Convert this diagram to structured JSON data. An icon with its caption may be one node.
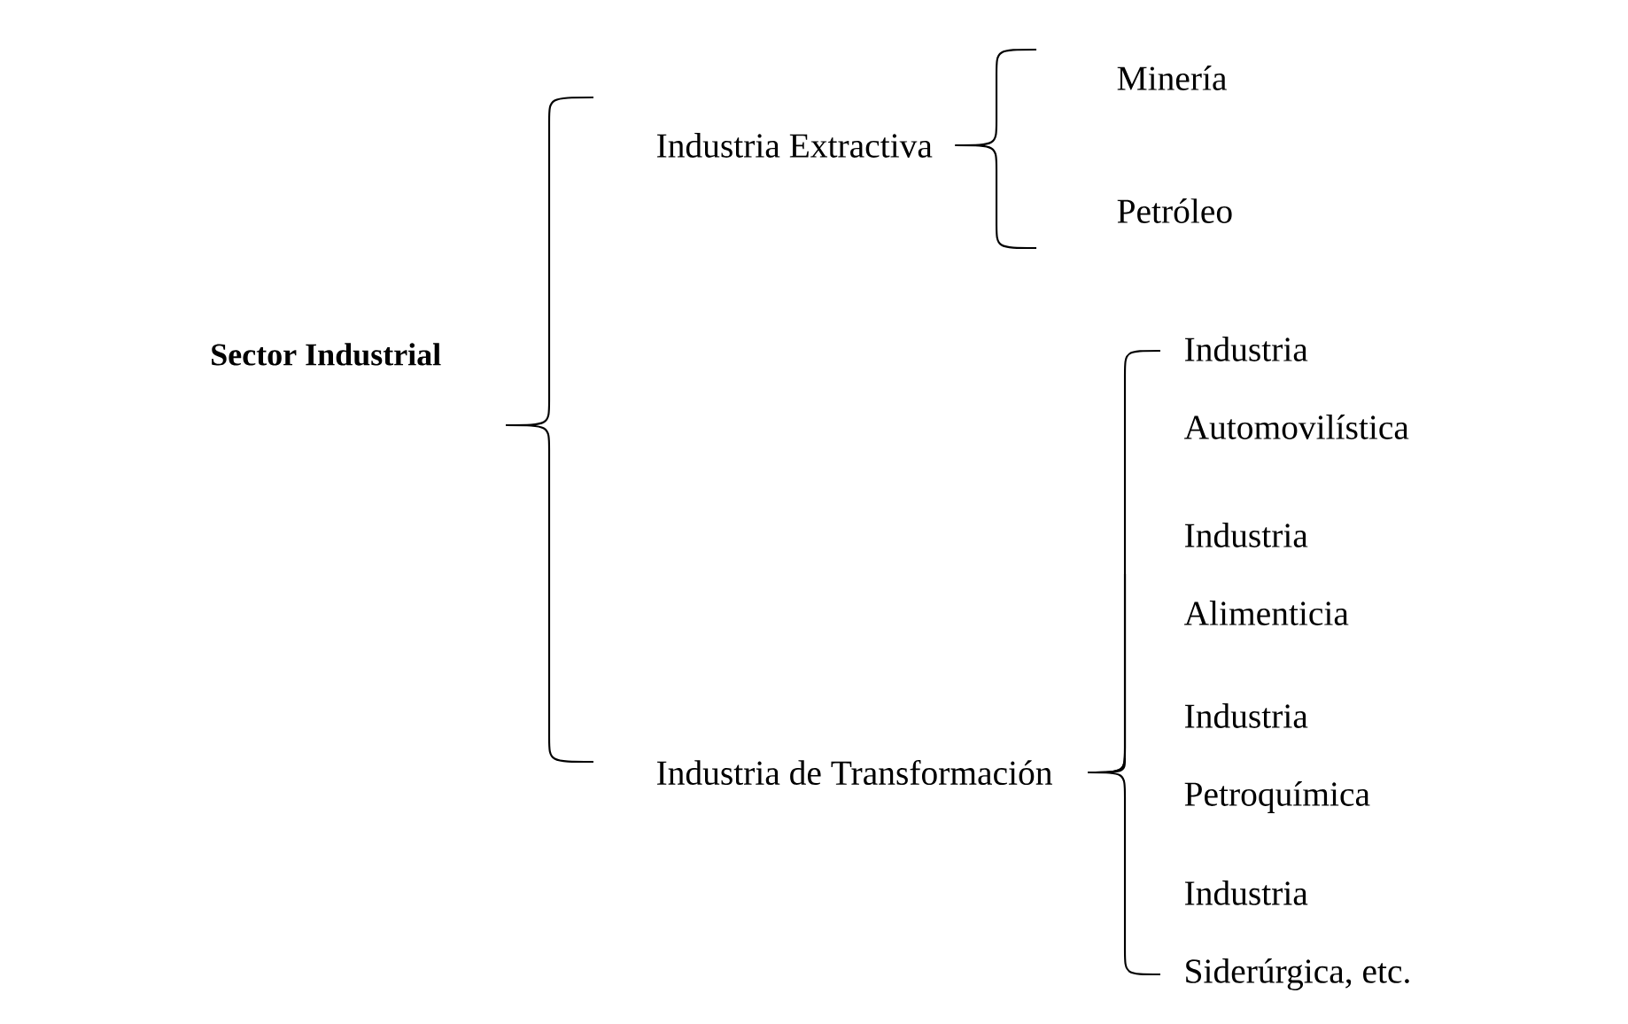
{
  "diagram": {
    "nodes": [
      {
        "text": [
          "Sector Industrial"
        ]
      },
      {
        "text": [
          "Industria Extractiva"
        ]
      },
      {
        "text": [
          "Industria de Transformación"
        ]
      },
      {
        "text": [
          "Minería"
        ]
      },
      {
        "text": [
          "Petróleo"
        ]
      },
      {
        "text": [
          "Industria Automovilística"
        ]
      },
      {
        "text": [
          "Industria Alimenticia"
        ]
      },
      {
        "text": [
          "Industria Petroquímica"
        ]
      },
      {
        "text": [
          "Industria Siderúrgica, etc."
        ]
      }
    ],
    "edges": [
      {
        "from": 0,
        "to": 1,
        "arrow": "none"
      },
      {
        "from": 0,
        "to": 2,
        "arrow": "none"
      },
      {
        "from": 1,
        "to": 3,
        "arrow": "none"
      },
      {
        "from": 1,
        "to": 4,
        "arrow": "none"
      },
      {
        "from": 2,
        "to": 5,
        "arrow": "none"
      },
      {
        "from": 2,
        "to": 6,
        "arrow": "none"
      },
      {
        "from": 2,
        "to": 7,
        "arrow": "none"
      },
      {
        "from": 2,
        "to": 8,
        "arrow": "none"
      }
    ]
  }
}
